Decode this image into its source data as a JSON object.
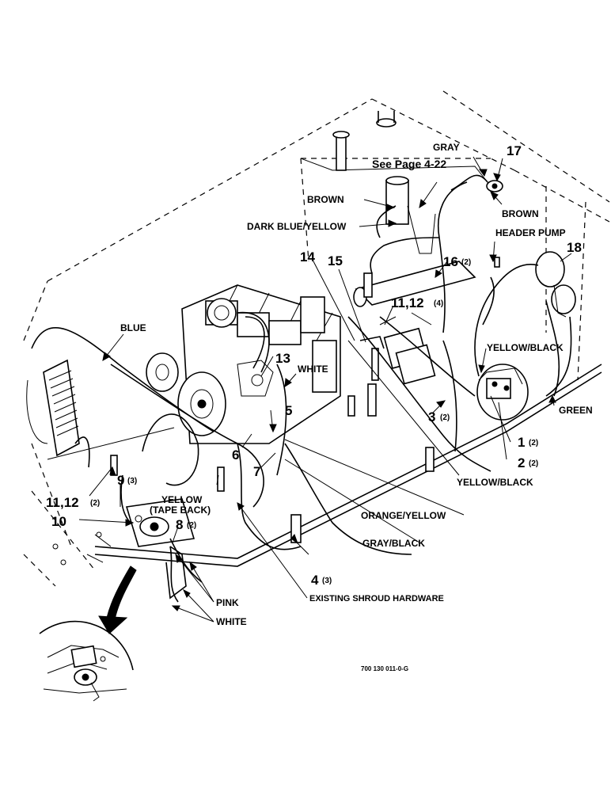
{
  "callouts": {
    "c1": "1",
    "c1_qty": "(2)",
    "c2": "2",
    "c2_qty": "(2)",
    "c3": "3",
    "c3_qty": "(2)",
    "c4": "4",
    "c4_qty": "(3)",
    "c5": "5",
    "c6": "6",
    "c7": "7",
    "c8": "8",
    "c8_qty": "(2)",
    "c9": "9",
    "c9_qty": "(3)",
    "c10": "10",
    "c11_12_left": "11,12",
    "c11_12_left_qty": "(2)",
    "c11_12_right": "11,12",
    "c11_12_right_qty": "(4)",
    "c13": "13",
    "c14": "14",
    "c15": "15",
    "c16": "16",
    "c16_qty": "(2)",
    "c17": "17",
    "c18": "18"
  },
  "wires": {
    "gray": "GRAY",
    "brown_top": "BROWN",
    "brown_right": "BROWN",
    "dark_blue_yellow": "DARK BLUE/YELLOW",
    "header_pump": "HEADER PUMP",
    "blue": "BLUE",
    "white_engine": "WHITE",
    "yellow_black_upper": "YELLOW/BLACK",
    "yellow_black_lower": "YELLOW/BLACK",
    "green": "GREEN",
    "orange_yellow": "ORANGE/YELLOW",
    "gray_black": "GRAY/BLACK",
    "yellow_tape_line1": "YELLOW",
    "yellow_tape_line2": "(TAPE BACK)",
    "pink": "PINK",
    "white_lower": "WHITE"
  },
  "notes": {
    "see_page": "See Page 4-22",
    "existing_shroud": "EXISTING SHROUD HARDWARE"
  },
  "drawing_number": "700 130 011-0-G"
}
